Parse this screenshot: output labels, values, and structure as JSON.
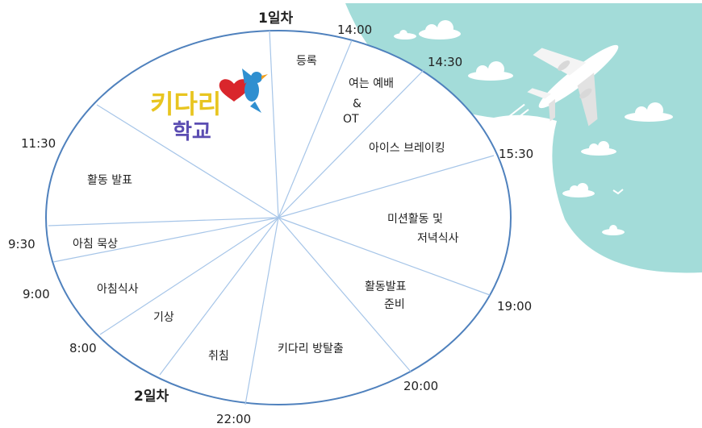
{
  "logo": {
    "text_line1": "키다리",
    "text_line2": "학교"
  },
  "day_labels": {
    "day1": "1일차",
    "day2": "2일차"
  },
  "times": {
    "t1400": "14:00",
    "t1430": "14:30",
    "t1530": "15:30",
    "t1900": "19:00",
    "t2000": "20:00",
    "t2200": "22:00",
    "t0800": "8:00",
    "t0900": "9:00",
    "t0930": "9:30",
    "t1130": "11:30"
  },
  "segments": {
    "registration": "등록",
    "opening_worship_1": "여는 예배",
    "opening_worship_2": "&",
    "opening_worship_3": "OT",
    "icebreaking": "아이스 브레이킹",
    "mission_1": "미션활동 및",
    "mission_2": "저녁식사",
    "prep_1": "활동발표",
    "prep_2": "준비",
    "escape": "키다리 방탈출",
    "sleep": "취침",
    "wakeup": "기상",
    "breakfast": "아침식사",
    "meditation": "아침 묵상",
    "presentation": "활동 발표"
  },
  "colors": {
    "ring": "#4f81bd",
    "sky": "#a3dcd9",
    "divider": "#a6c5e8"
  }
}
